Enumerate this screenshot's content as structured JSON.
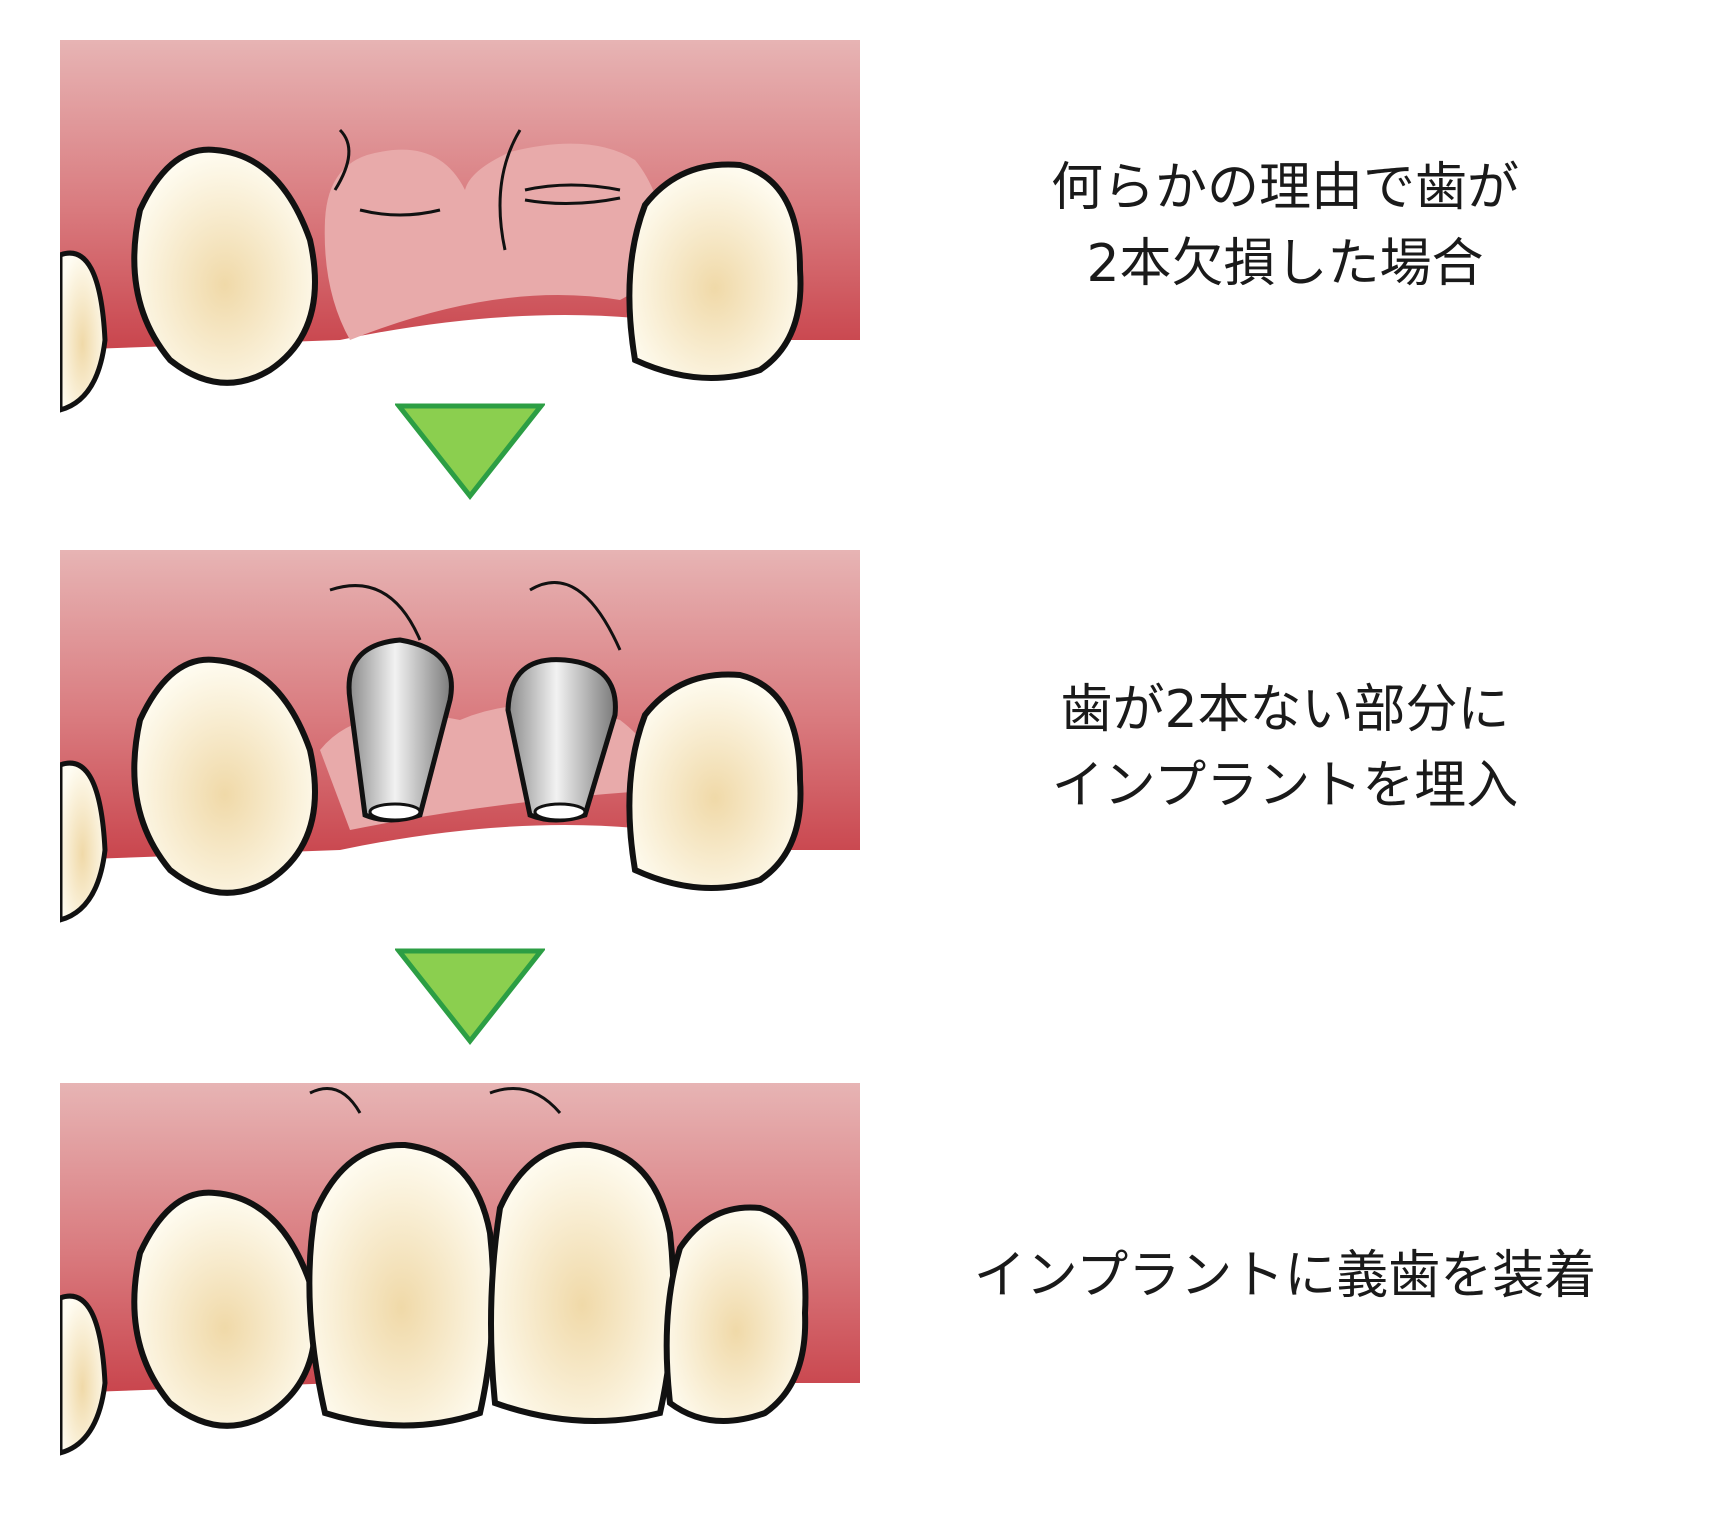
{
  "steps": [
    {
      "id": 1,
      "lines": [
        "何らかの理由で歯が",
        "2本欠損した場合"
      ],
      "state": "two-teeth-missing"
    },
    {
      "id": 2,
      "lines": [
        "歯が2本ない部分に",
        "インプラントを埋入"
      ],
      "state": "implants-placed"
    },
    {
      "id": 3,
      "lines": [
        "インプラントに義歯を装着"
      ],
      "state": "crowns-attached"
    }
  ],
  "colors": {
    "gum_top": "#e7b4b4",
    "gum_bottom": "#c9454d",
    "gum_pale": "#e8aaaa",
    "tooth_center": "#f0d9a8",
    "tooth_edge": "#fffdf3",
    "implant_dark": "#8a8a8a",
    "implant_light": "#f2f2f2",
    "arrow_fill": "#8bcf4f",
    "arrow_stroke": "#2c9e44",
    "outline": "#111111"
  },
  "icons": {
    "step_arrow": "down-triangle-icon"
  }
}
